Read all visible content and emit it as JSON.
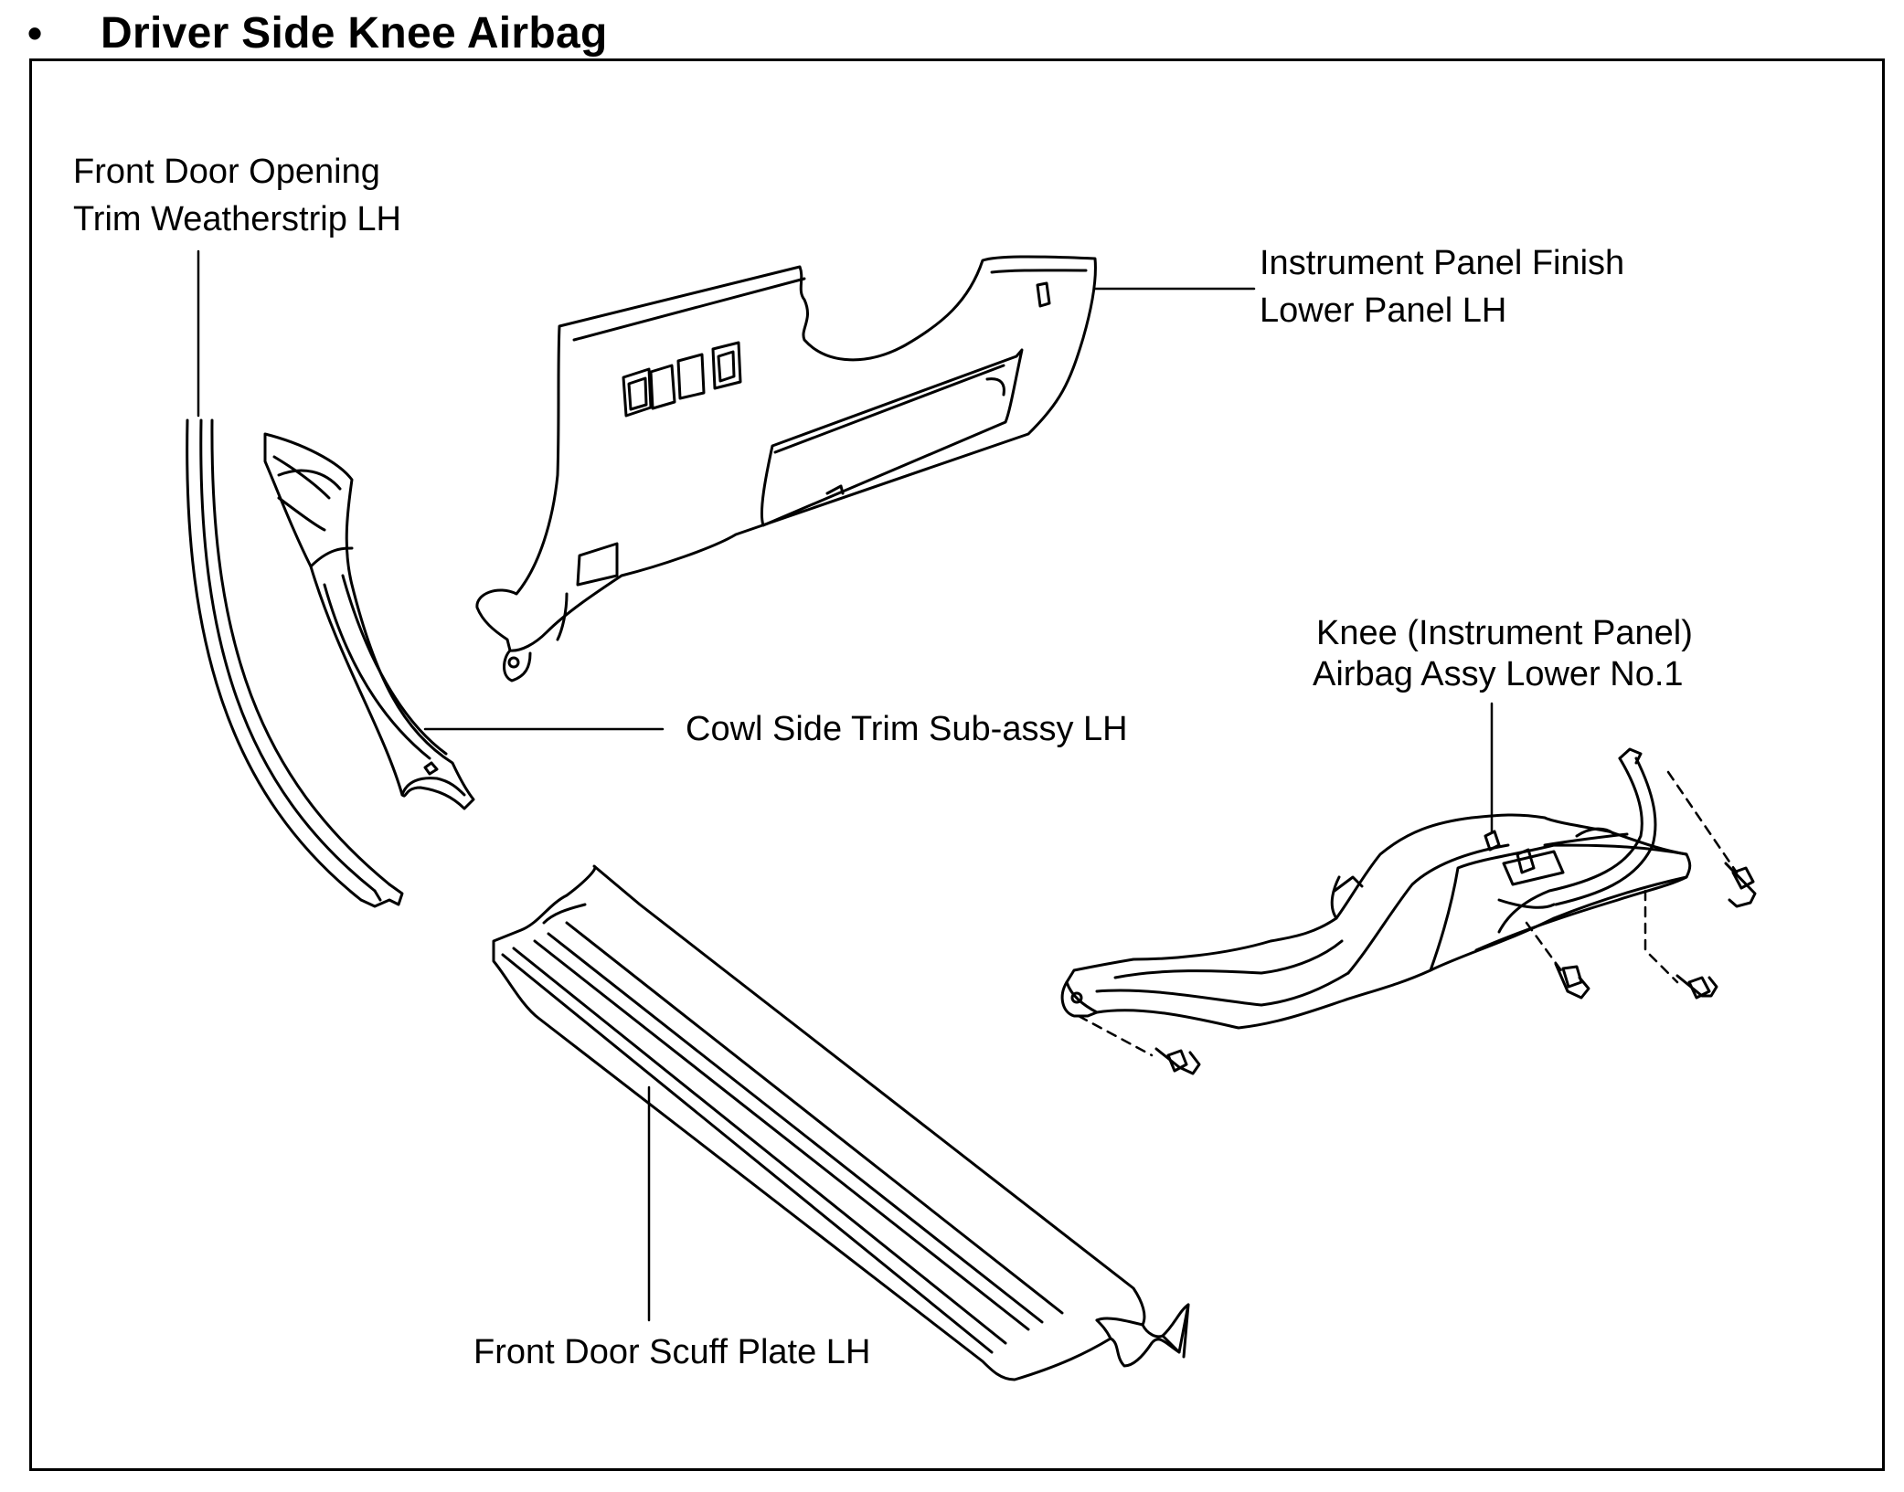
{
  "header": {
    "bullet": "•",
    "title": "Driver Side Knee Airbag"
  },
  "labels": {
    "weatherstrip_line1": "Front Door Opening",
    "weatherstrip_line2": "Trim Weatherstrip LH",
    "finish_panel_line1": "Instrument Panel Finish",
    "finish_panel_line2": "Lower Panel LH",
    "cowl_trim": "Cowl Side Trim Sub-assy LH",
    "knee_airbag_line1": "Knee (Instrument Panel)",
    "knee_airbag_line2": "Airbag Assy Lower No.1",
    "scuff_plate": "Front Door Scuff Plate LH"
  }
}
